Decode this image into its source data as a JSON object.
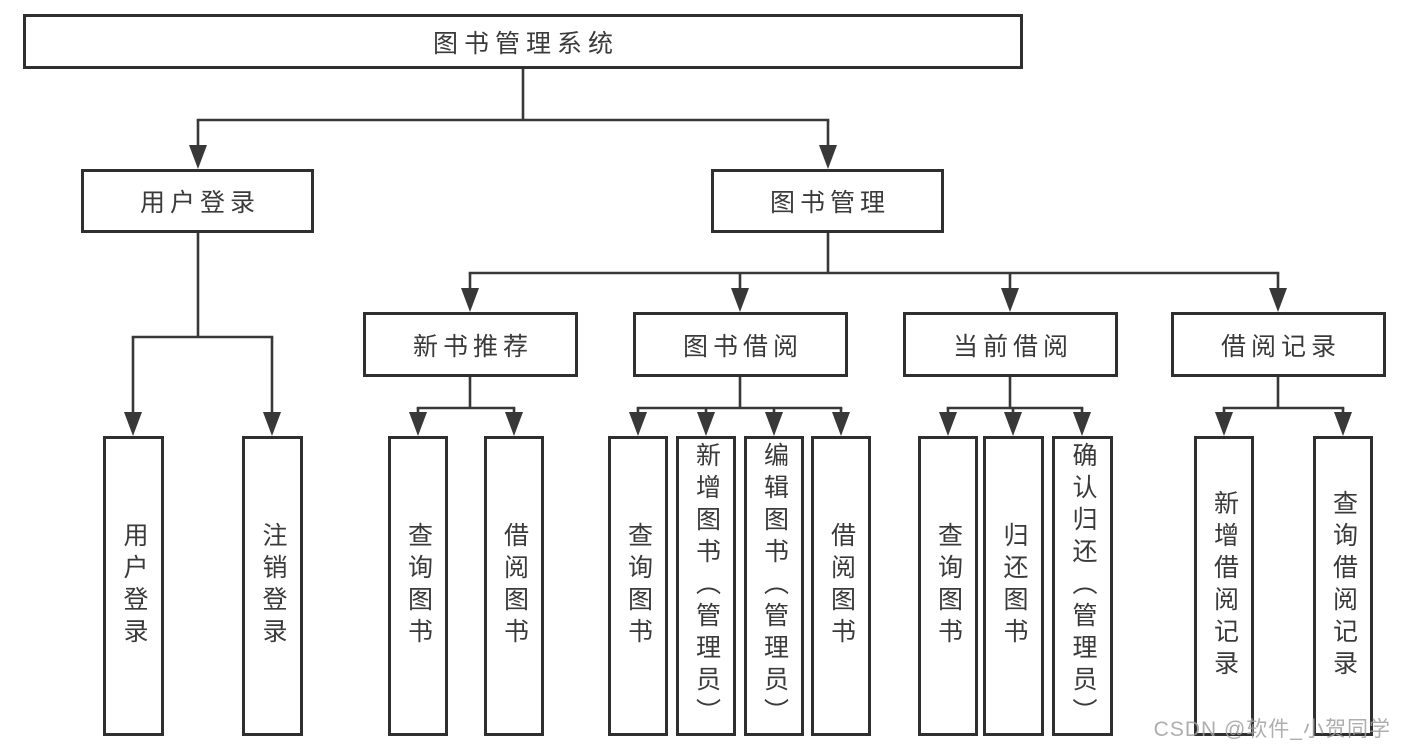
{
  "watermark": "CSDN @软件_小贺同学",
  "colors": {
    "line": "#383838",
    "border": "#2f2f2f",
    "text": "#3a3a3a",
    "watermark": "#a0a0a0",
    "background": "#ffffff"
  },
  "nodes": {
    "root": "图书管理系统",
    "l2_user_login": "用户登录",
    "l2_book_mgmt": "图书管理",
    "l3_new_book_rec": "新书推荐",
    "l3_book_borrow": "图书借阅",
    "l3_current_borrow": "当前借阅",
    "l3_borrow_record": "借阅记录",
    "leaf_user_login": "用户登录",
    "leaf_logout": "注销登录",
    "leaf_nbr_query_book": "查询图书",
    "leaf_nbr_borrow_book": "借阅图书",
    "leaf_bb_query_book": "查询图书",
    "leaf_bb_add_book": "新增图书（管理员）",
    "leaf_bb_edit_book": "编辑图书（管理员）",
    "leaf_bb_borrow_book": "借阅图书",
    "leaf_cb_query_book": "查询图书",
    "leaf_cb_return_book": "归还图书",
    "leaf_cb_confirm_return": "确认归还（管理员）",
    "leaf_br_add_record": "新增借阅记录",
    "leaf_br_query_record": "查询借阅记录"
  }
}
